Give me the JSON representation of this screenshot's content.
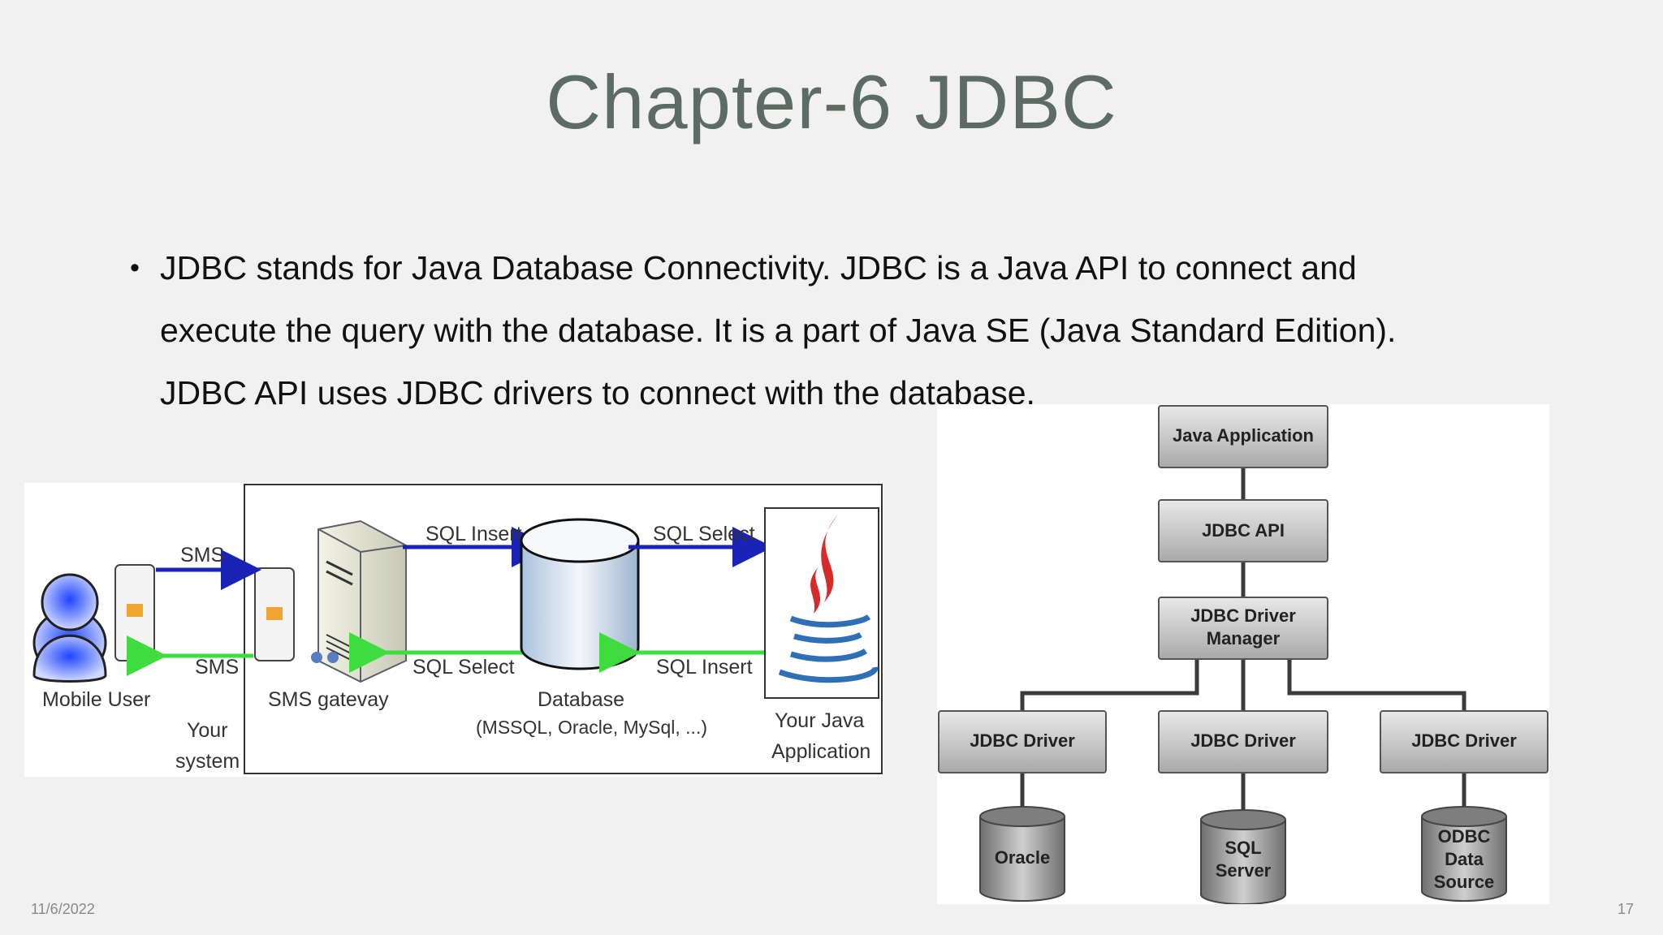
{
  "slide": {
    "title": "Chapter-6 JDBC",
    "bullet_lines": [
      "JDBC stands for Java Database Connectivity. JDBC is a Java API to connect and",
      "execute the query with the database. It is a part of Java SE (Java Standard Edition).",
      "JDBC API uses JDBC drivers to connect with the database."
    ],
    "footer_date": "11/6/2022",
    "footer_page": "17"
  },
  "sms_diagram": {
    "mobile_user": "Mobile User",
    "your_system": [
      "Your",
      "system"
    ],
    "sms_top": "SMS",
    "sms_bottom": "SMS",
    "sms_gateway": "SMS gatevay",
    "sql_insert_top": "SQL Insert",
    "sql_select_bottom": "SQL Select",
    "database": "Database",
    "database_types": "(MSSQL, Oracle, MySql, ...)",
    "sql_select_top": "SQL Select",
    "sql_insert_bottom": "SQL Insert",
    "java_app": [
      "Your Java",
      "Application"
    ]
  },
  "jdbc_diagram": {
    "java_application": "Java Application",
    "jdbc_api": "JDBC API",
    "driver_manager": [
      "JDBC Driver",
      "Manager"
    ],
    "drivers": [
      "JDBC Driver",
      "JDBC Driver",
      "JDBC Driver"
    ],
    "oracle": "Oracle",
    "sql_server": [
      "SQL",
      "Server"
    ],
    "odbc": [
      "ODBC",
      "Data",
      "Source"
    ]
  },
  "colors": {
    "title": "#5c6b63",
    "arrow_blue": "#1a22b8",
    "arrow_green": "#3fdc3f",
    "box_gray": "#bdbdbd"
  }
}
